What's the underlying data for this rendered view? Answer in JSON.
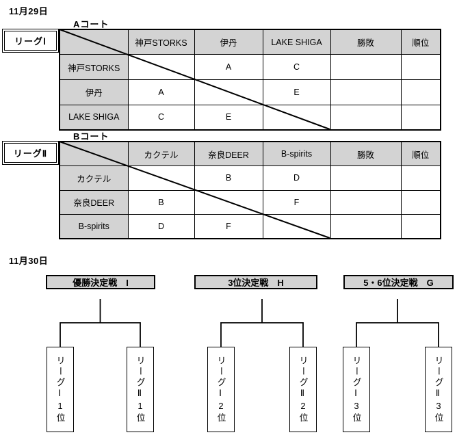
{
  "dates": {
    "day1": "11月29日",
    "day2": "11月30日"
  },
  "league1": {
    "label": "リーグⅠ",
    "court": "Aコート",
    "col_headers": [
      "神戸STORKS",
      "伊丹",
      "LAKE SHIGA",
      "勝敗",
      "順位"
    ],
    "rows": [
      {
        "team": "神戸STORKS",
        "cells": [
          "",
          "A",
          "C",
          "",
          ""
        ]
      },
      {
        "team": "伊丹",
        "cells": [
          "A",
          "",
          "E",
          "",
          ""
        ]
      },
      {
        "team": "LAKE SHIGA",
        "cells": [
          "C",
          "E",
          "",
          "",
          ""
        ]
      }
    ]
  },
  "league2": {
    "label": "リーグⅡ",
    "court": "Bコート",
    "col_headers": [
      "カクテル",
      "奈良DEER",
      "B-spirits",
      "勝敗",
      "順位"
    ],
    "rows": [
      {
        "team": "カクテル",
        "cells": [
          "",
          "B",
          "D",
          "",
          ""
        ]
      },
      {
        "team": "奈良DEER",
        "cells": [
          "B",
          "",
          "F",
          "",
          ""
        ]
      },
      {
        "team": "B-spirits",
        "cells": [
          "D",
          "F",
          "",
          "",
          ""
        ]
      }
    ]
  },
  "finals": {
    "brackets": [
      {
        "title": "優勝決定戦　I",
        "left_team": "リーグⅠ1位",
        "right_team": "リーグⅡ1位"
      },
      {
        "title": "3位決定戦　H",
        "left_team": "リーグⅠ2位",
        "right_team": "リーグⅡ2位"
      },
      {
        "title": "5・6位決定戦　G",
        "left_team": "リーグⅠ3位",
        "right_team": "リーグⅡ3位"
      }
    ]
  },
  "colors": {
    "cell_fill": "#d3d3d3",
    "line": "#000000",
    "background": "#ffffff"
  }
}
